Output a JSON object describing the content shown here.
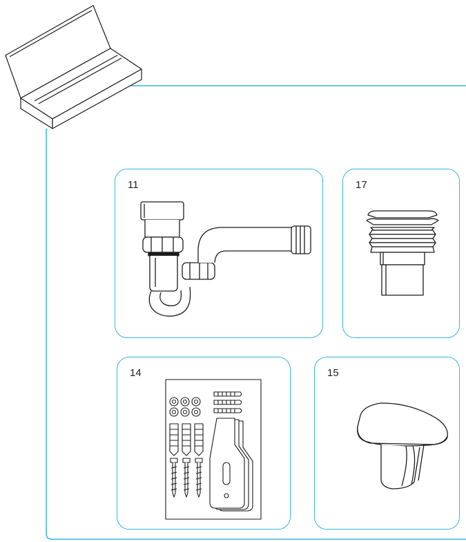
{
  "parts": [
    {
      "id": "part-11",
      "number": "11",
      "icon": "p-trap-siphon-icon"
    },
    {
      "id": "part-17",
      "number": "17",
      "icon": "pipe-connector-seal-icon"
    },
    {
      "id": "part-14",
      "number": "14",
      "icon": "mounting-hardware-kit-icon"
    },
    {
      "id": "part-15",
      "number": "15",
      "icon": "push-button-knob-icon"
    }
  ],
  "colors": {
    "connector_line": "#35b6d8",
    "card_border": "#35b6d8",
    "line_art": "#1a1a1a",
    "text": "#222222"
  }
}
